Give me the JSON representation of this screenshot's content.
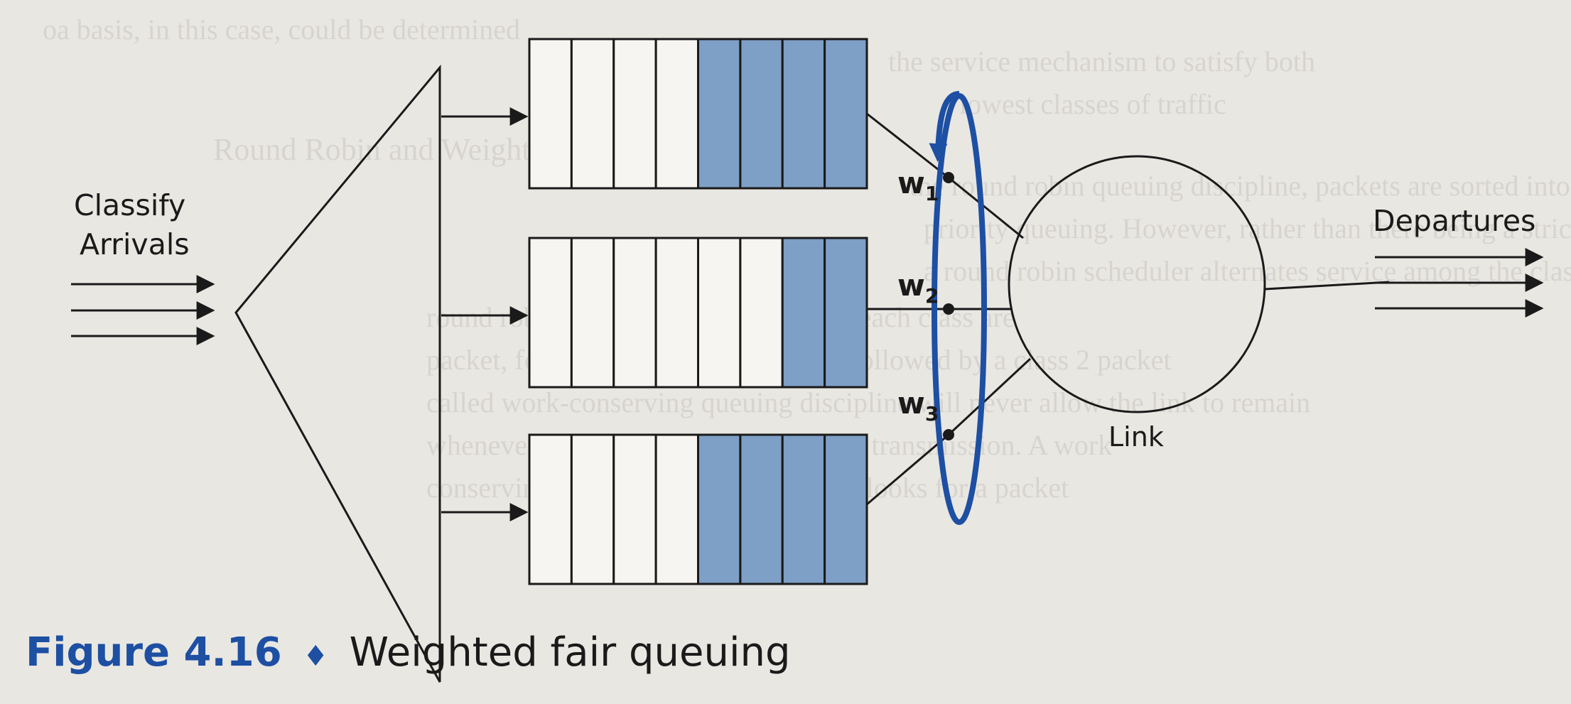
{
  "figure": {
    "number_label": "Figure 4.16",
    "separator": "♦",
    "caption": "Weighted fair queuing"
  },
  "diagram": {
    "classify_label": "Classify",
    "arrivals_label": "Arrivals",
    "departures_label": "Departures",
    "link_label": "Link",
    "weights": [
      {
        "letter": "w",
        "sub": "1"
      },
      {
        "letter": "w",
        "sub": "2"
      },
      {
        "letter": "w",
        "sub": "3"
      }
    ],
    "queues": [
      {
        "slots": 8,
        "filled": 4
      },
      {
        "slots": 8,
        "filled": 2
      },
      {
        "slots": 8,
        "filled": 4
      }
    ]
  },
  "bleed_through": [
    "oa basis, in this case, could be determined",
    "the service mechanism to satisfy both",
    "lowest classes of traffic",
    "Round Robin and Weighted",
    "the round robin queuing discipline, packets are sorted into classes",
    "priority queuing. However, rather than there being a strict priority",
    "a round robin scheduler alternates service among the classes",
    "round robin scheduling, packets from each class are",
    "packet, followed by a class 1 packet, followed by a class 2 packet",
    "called work-conserving queuing discipline will never allow the link to remain",
    "whenever there are packets queued for transmission. A work",
    "conserving round robin discipline that looks for a packet"
  ],
  "colors": {
    "filled_slot": "#7e9fc6",
    "ring": "#1d4fa3",
    "caption_accent": "#1d4fa3",
    "ink": "#1a1a1a"
  }
}
